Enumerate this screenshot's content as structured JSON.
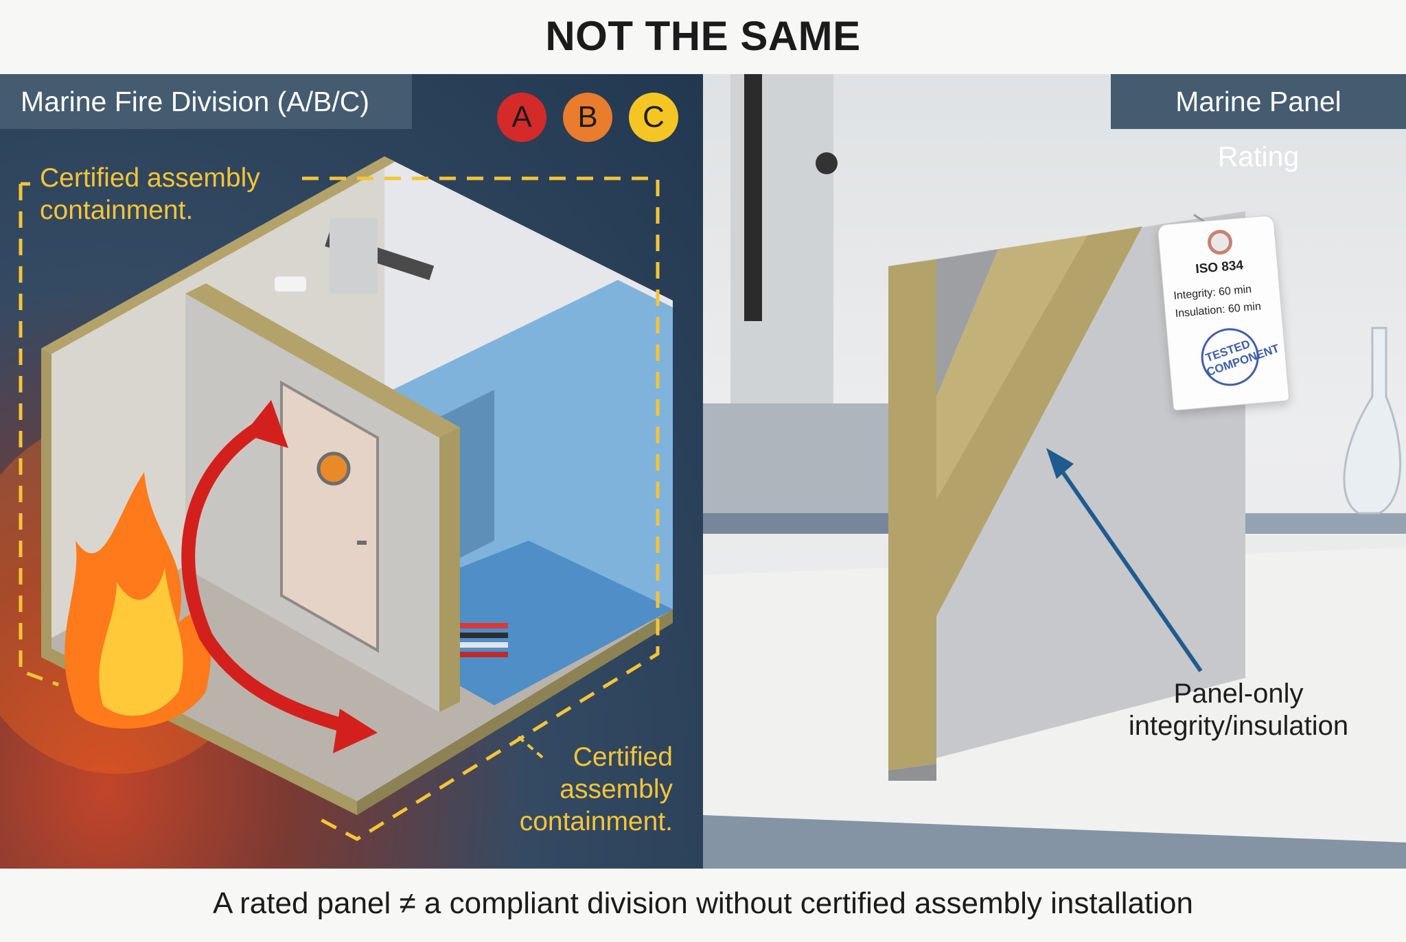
{
  "title": "NOT THE SAME",
  "left_panel": {
    "header": "Marine Fire Division (A/B/C)",
    "classes": [
      "A",
      "B",
      "C"
    ],
    "note_top": "Certified assembly containment.",
    "note_bottom": "Certified assembly containment."
  },
  "right_panel": {
    "header": "Marine Panel Rating",
    "tag": {
      "standard": "ISO 834",
      "integrity": "Integrity: 60 min",
      "insulation": "Insulation: 60 min",
      "stamp": "TESTED COMPONENT"
    },
    "label": "Panel-only integrity/insulation"
  },
  "caption": "A rated panel ≠ a compliant division without certified assembly installation",
  "colors": {
    "header_bg": "#445b70",
    "accent_yellow": "#f6c436",
    "arrow_red": "#d4201c",
    "arrow_blue": "#1f5b8f",
    "class_a": "#d42a2a",
    "class_b": "#e97c2d",
    "class_c": "#f5c623",
    "mineral_wool": "#b3a36a"
  }
}
